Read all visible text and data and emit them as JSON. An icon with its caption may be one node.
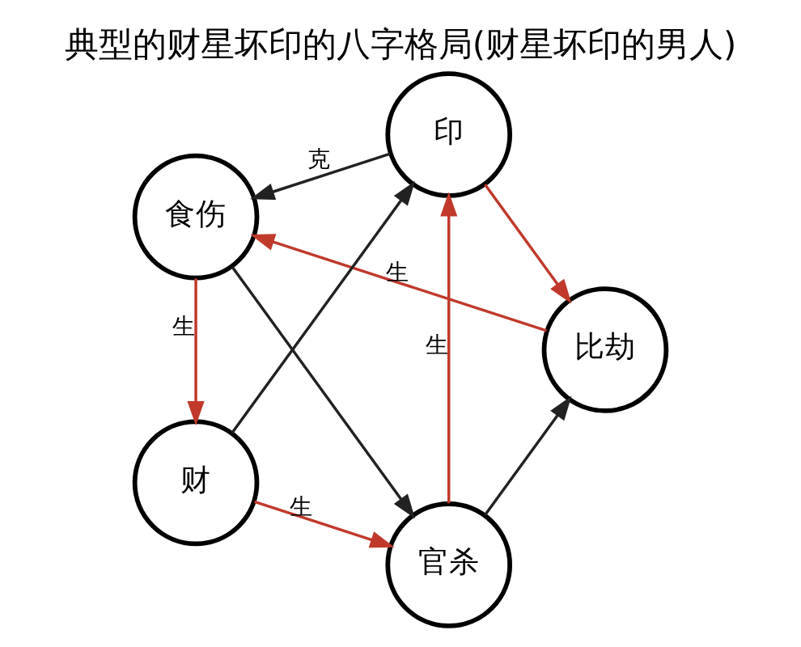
{
  "diagram": {
    "title": "典型的财星坏印的八字格局(财星坏印的男人)",
    "nodes": [
      {
        "text": [
          "官杀"
        ]
      },
      {
        "text": [
          "印"
        ]
      },
      {
        "text": [
          "比劫"
        ]
      },
      {
        "text": [
          "食伤"
        ]
      },
      {
        "text": [
          "财"
        ]
      }
    ],
    "edges": [
      {
        "from": 0,
        "to": 1,
        "arrow": "to",
        "label": "生"
      },
      {
        "from": 1,
        "to": 2,
        "arrow": "to"
      },
      {
        "from": 2,
        "to": 3,
        "arrow": "to",
        "label": "生"
      },
      {
        "from": 3,
        "to": 4,
        "arrow": "to",
        "label": "生"
      },
      {
        "from": 4,
        "to": 0,
        "arrow": "to",
        "label": "生"
      },
      {
        "from": 3,
        "to": 0,
        "arrow": "to",
        "color": "#222222"
      },
      {
        "from": 0,
        "to": 2,
        "arrow": "to",
        "color": "#222222"
      },
      {
        "from": 4,
        "to": 1,
        "arrow": "to",
        "color": "#222222"
      },
      {
        "from": 1,
        "to": 3,
        "arrow": "to",
        "label": "克",
        "color": "#222222"
      }
    ]
  }
}
